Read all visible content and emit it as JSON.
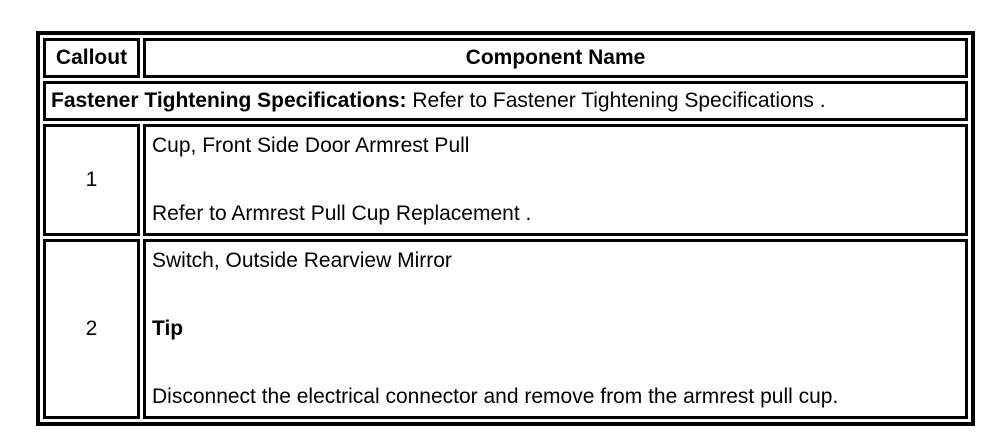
{
  "colors": {
    "background": "#ffffff",
    "border": "#000000",
    "text": "#000000"
  },
  "table": {
    "header": {
      "callout": "Callout",
      "component": "Component Name"
    },
    "fastener_row": {
      "bold_text": "Fastener Tightening Specifications:",
      "normal_text": "Refer to Fastener Tightening Specifications ."
    },
    "rows": [
      {
        "callout": "1",
        "paragraphs": [
          {
            "text": "Cup, Front Side Door Armrest Pull",
            "bold": false
          },
          {
            "text": "Refer to Armrest Pull Cup Replacement .",
            "bold": false
          }
        ]
      },
      {
        "callout": "2",
        "paragraphs": [
          {
            "text": "Switch, Outside Rearview Mirror",
            "bold": false
          },
          {
            "text": "Tip",
            "bold": true
          },
          {
            "text": "Disconnect the electrical connector and remove from the armrest pull cup.",
            "bold": false
          }
        ]
      }
    ]
  }
}
